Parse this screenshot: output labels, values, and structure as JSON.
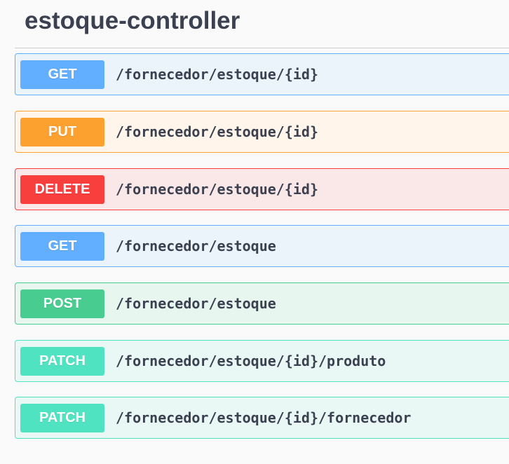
{
  "section": {
    "title": "estoque-controller"
  },
  "colors": {
    "get": "#61affe",
    "put": "#fca130",
    "delete": "#f93e3e",
    "post": "#49cc90",
    "patch": "#50e3c2",
    "text": "#3b4151"
  },
  "operations": [
    {
      "method": "GET",
      "path": "/fornecedor/estoque/{id}"
    },
    {
      "method": "PUT",
      "path": "/fornecedor/estoque/{id}"
    },
    {
      "method": "DELETE",
      "path": "/fornecedor/estoque/{id}"
    },
    {
      "method": "GET",
      "path": "/fornecedor/estoque"
    },
    {
      "method": "POST",
      "path": "/fornecedor/estoque"
    },
    {
      "method": "PATCH",
      "path": "/fornecedor/estoque/{id}/produto"
    },
    {
      "method": "PATCH",
      "path": "/fornecedor/estoque/{id}/fornecedor"
    }
  ]
}
